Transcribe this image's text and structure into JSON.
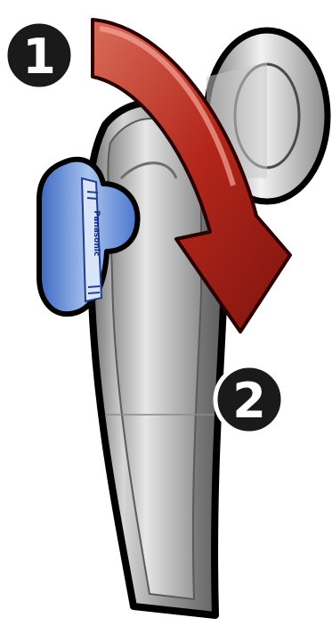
{
  "steps": [
    {
      "label": "1"
    },
    {
      "label": "2"
    }
  ],
  "lock_brand_text": "Panasonic",
  "colors": {
    "arrow": "#a81a12",
    "lock_button": "#5a86d6",
    "handle": "#9b9b9b",
    "badge": "#1a1a1a",
    "outline": "#000000"
  },
  "icons": {
    "arrow": "curved-down-arrow-icon",
    "lock": "lock-release-button-icon"
  }
}
